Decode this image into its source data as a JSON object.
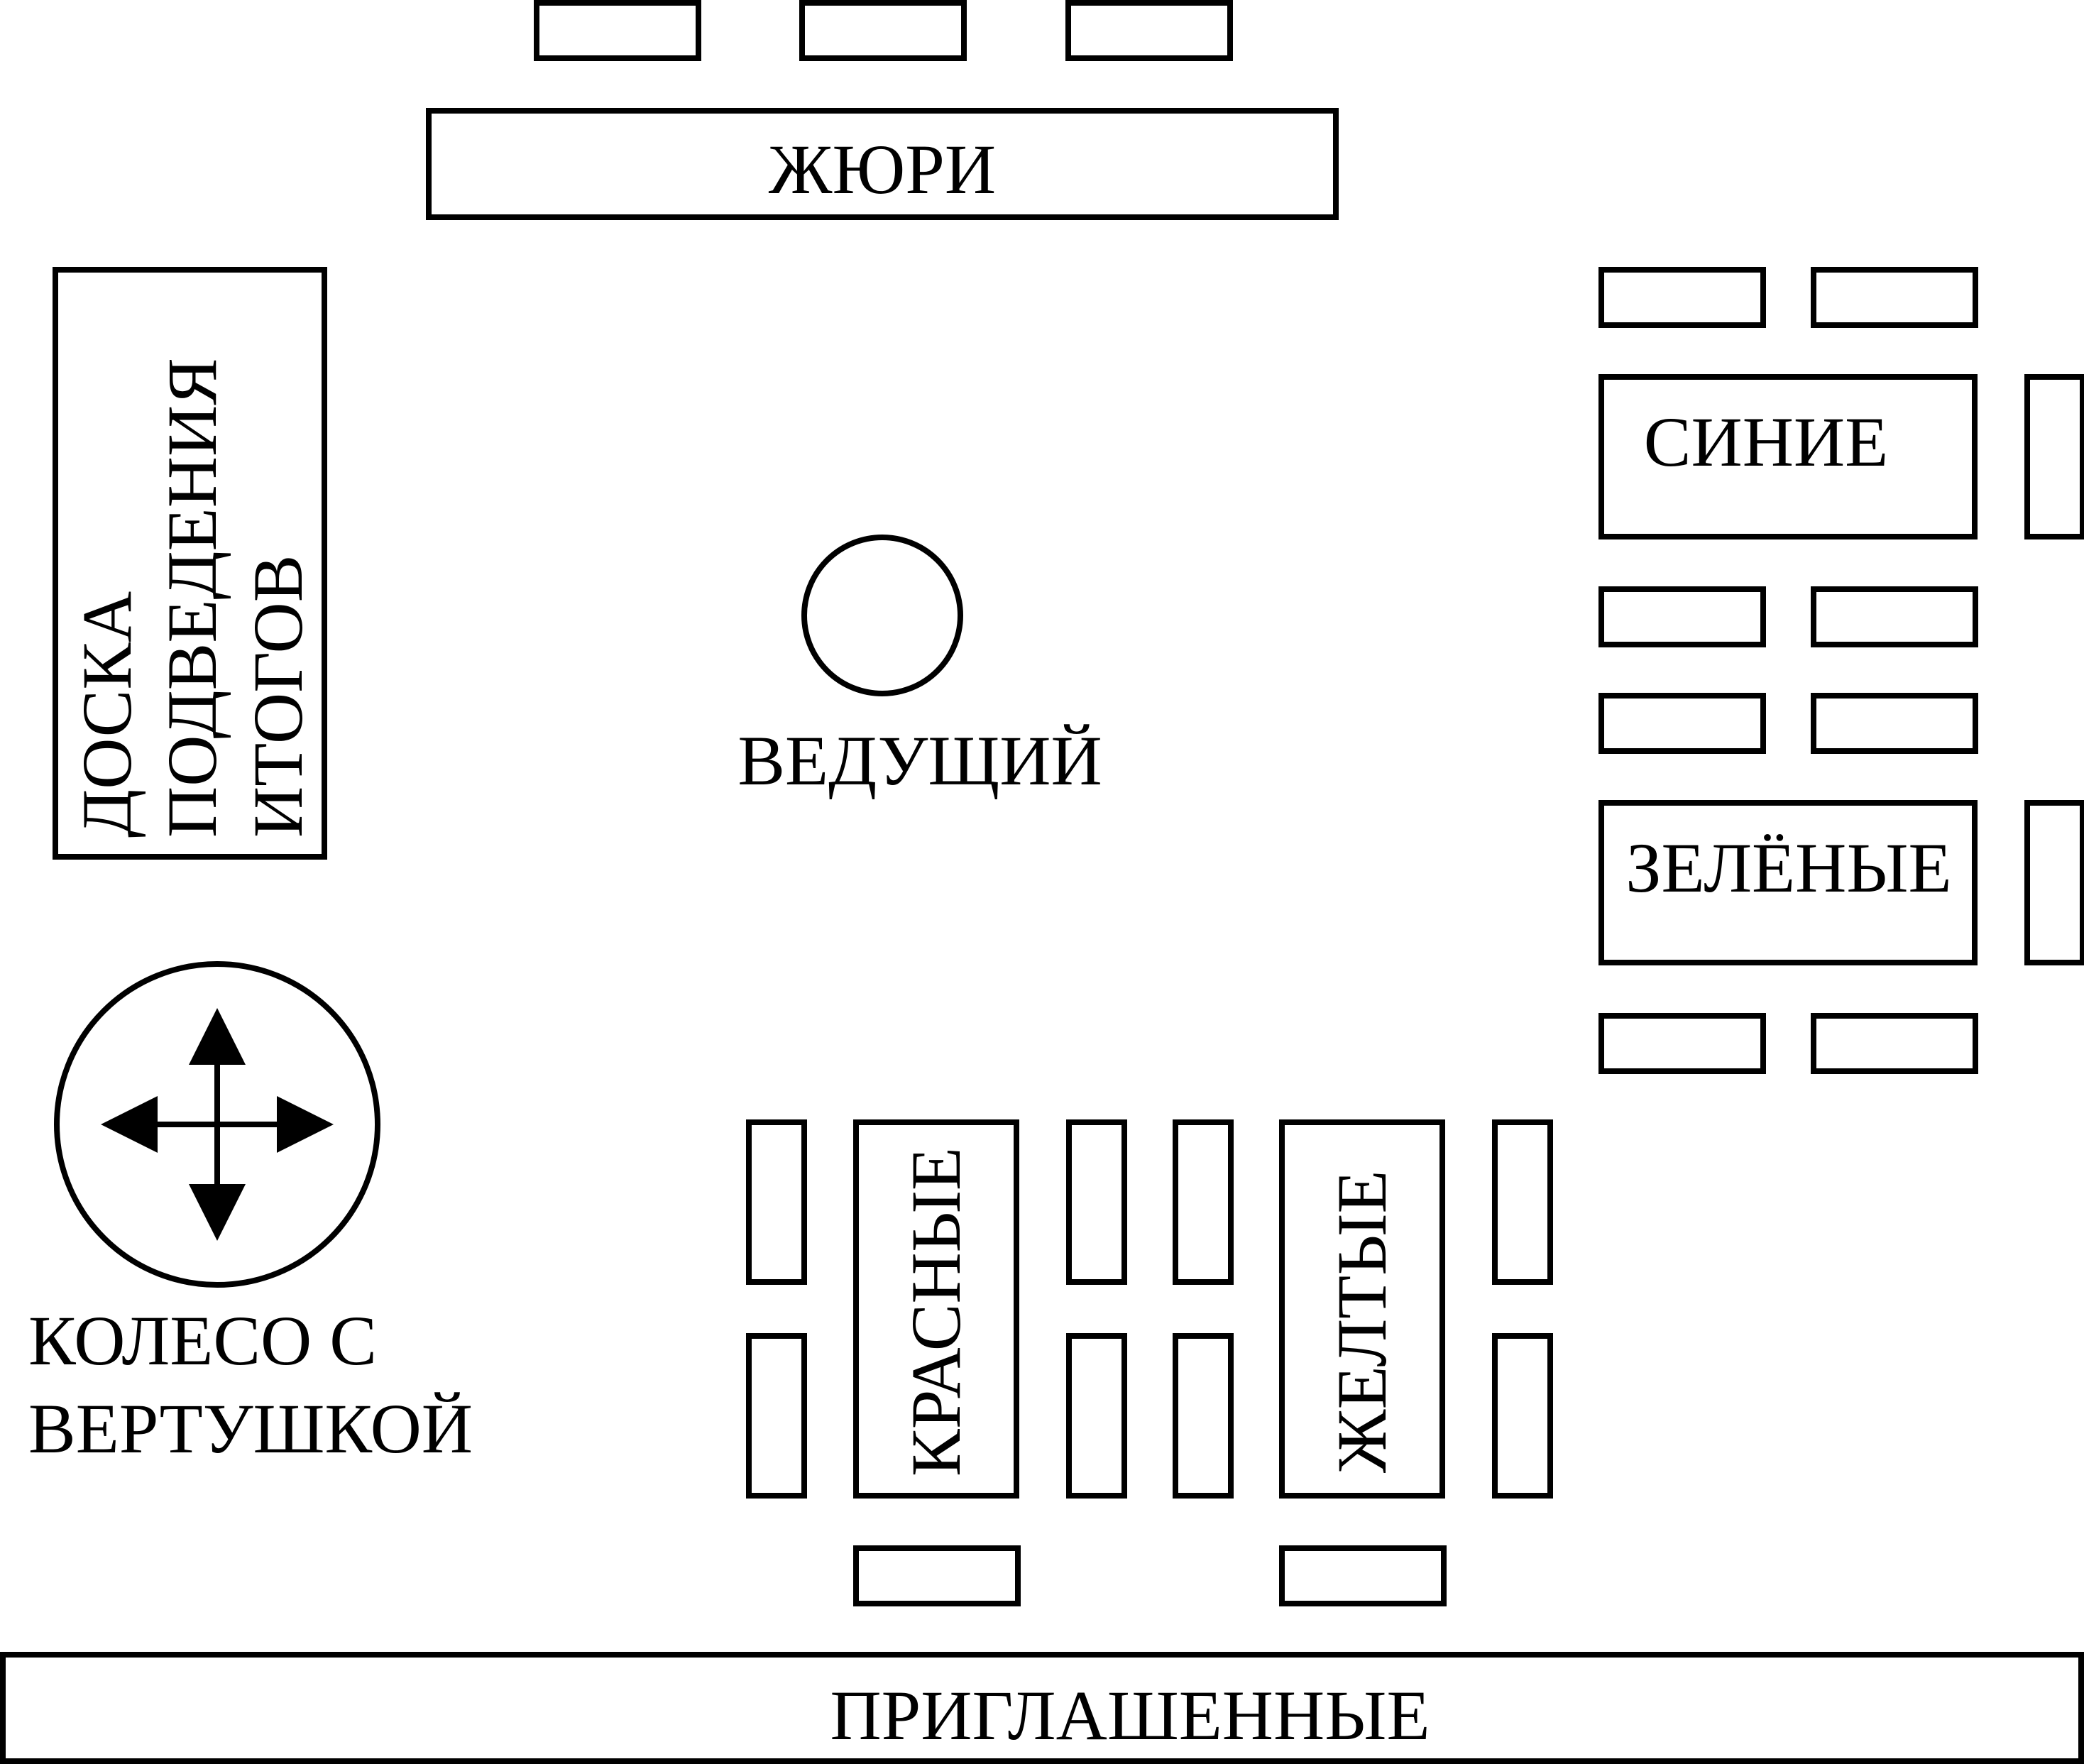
{
  "labels": {
    "jury": "ЖЮРИ",
    "board_line1": "ДОСКА",
    "board_line2": "ПОДВЕДЕНИЯ",
    "board_line3": "ИТОГОВ",
    "host": "ВЕДУЩИЙ",
    "blue_team": "СИНИЕ",
    "green_team": "ЗЕЛЁНЫЕ",
    "red_team": "КРАСНЫЕ",
    "yellow_team": "ЖЕЛТЫЕ",
    "wheel_line1": "КОЛЕСО С",
    "wheel_line2": "ВЕРТУШКОЙ",
    "guests": "ПРИГЛАШЕННЫЕ"
  },
  "colors": {
    "stroke": "#000000",
    "background": "#ffffff"
  }
}
